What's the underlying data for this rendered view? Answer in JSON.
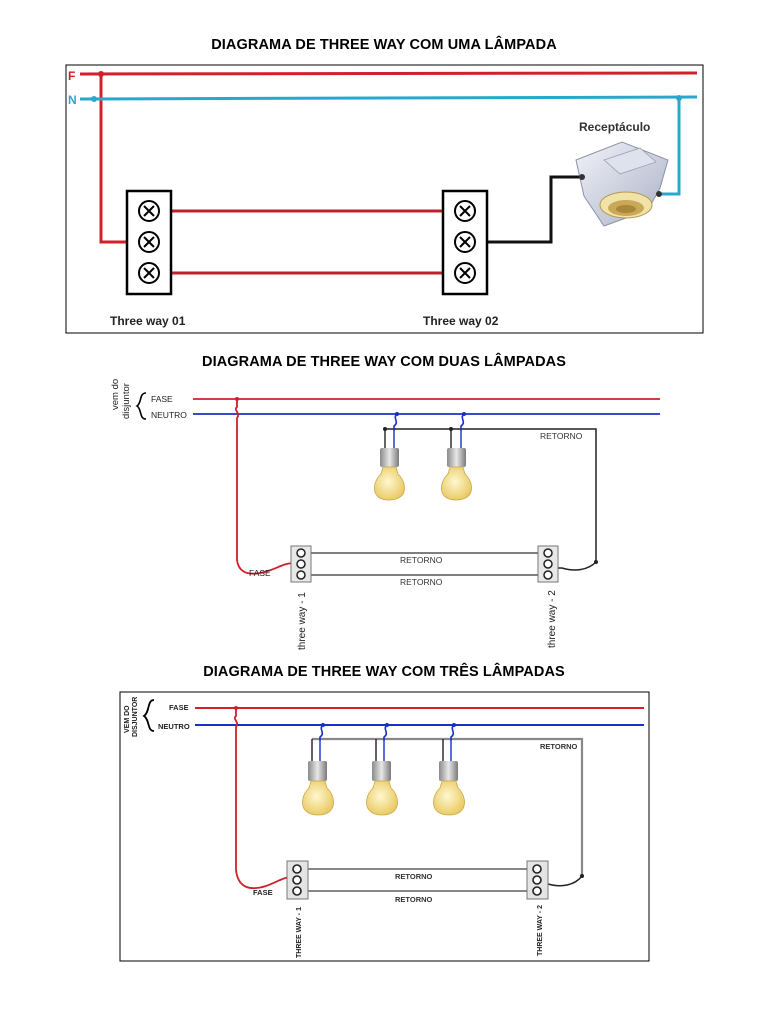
{
  "diagram1": {
    "title": "DIAGRAMA DE THREE WAY COM UMA LÂMPADA",
    "phase_label": "F",
    "neutral_label": "N",
    "receptacle_label": "Receptáculo",
    "switch1_label": "Three way 01",
    "switch2_label": "Three way 02"
  },
  "diagram2": {
    "title": "DIAGRAMA DE THREE WAY COM DUAS LÂMPADAS",
    "source_label_line1": "vem do",
    "source_label_line2": "disjuntor",
    "fase_label": "FASE",
    "neutro_label": "NEUTRO",
    "retorno_top": "RETORNO",
    "retorno_mid": "RETORNO",
    "retorno_bottom": "RETORNO",
    "fase_wire_label": "FASE",
    "switch1_label": "three way - 1",
    "switch2_label": "three way - 2"
  },
  "diagram3": {
    "title": "DIAGRAMA DE THREE WAY COM TRÊS LÂMPADAS",
    "source_label_line1": "VEM DO",
    "source_label_line2": "DISJUNTOR",
    "fase_label": "FASE",
    "neutro_label": "NEUTRO",
    "retorno_top": "RETORNO",
    "retorno_mid": "RETORNO",
    "retorno_bottom": "RETORNO",
    "fase_wire_label": "FASE",
    "switch1_label": "THREE WAY - 1",
    "switch2_label": "THREE WAY - 2"
  },
  "colors": {
    "phase": "#d0202a",
    "neutral_d1": "#2aa8cc",
    "neutral": "#1a2fc8",
    "return": "#222222",
    "bulb": "#f3e08a"
  }
}
